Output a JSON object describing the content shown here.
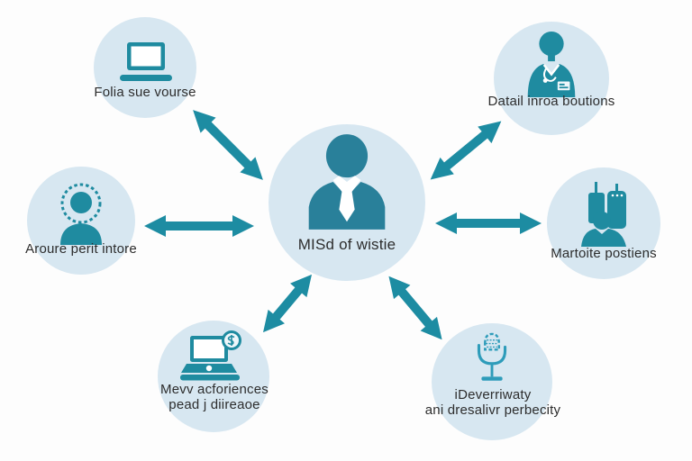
{
  "diagram_type": "hub-and-spoke",
  "colors": {
    "background": "#fdfdfd",
    "circle_fill": "#d7e7f1",
    "icon_teal": "#1f8ba0",
    "center_icon_teal": "#29809a",
    "microphone_teal": "#2e9cba",
    "arrow_teal": "#1d8ca2",
    "text": "#2d2d2d"
  },
  "center": {
    "label": "MISd of wistie",
    "icon": "businessperson-icon"
  },
  "nodes": {
    "top_left": {
      "label": "Folia sue vourse",
      "icon": "laptop-icon"
    },
    "top_right": {
      "label": "Datail inroa boutions",
      "icon": "doctor-icon"
    },
    "left": {
      "label": "Aroure perit intore",
      "icon": "shield-person-icon"
    },
    "right": {
      "label": "Martoite postiens",
      "icon": "radio-person-icon"
    },
    "bottom_left": {
      "label_line1": "Mevv acforiences",
      "label_line2": "pead j diireaoe",
      "icon": "laptop-coin-icon"
    },
    "bottom_right": {
      "label_line1": "iDeverriwaty",
      "label_line2": "ani dresalivr perbecity",
      "icon": "microphone-icon"
    }
  },
  "arrows": [
    "center-to-top-left",
    "center-to-top-right",
    "center-to-left",
    "center-to-right",
    "center-to-bottom-left",
    "center-to-bottom-right"
  ]
}
